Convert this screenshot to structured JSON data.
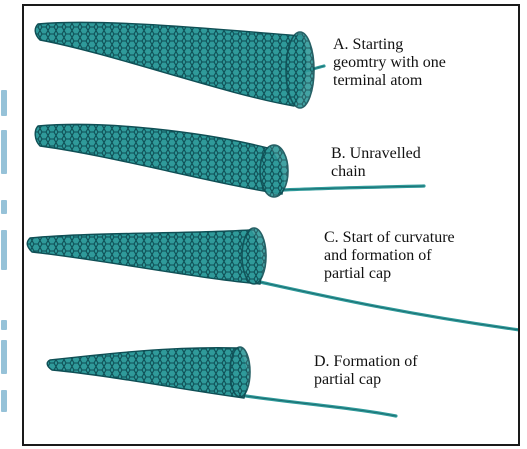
{
  "colors": {
    "nanotube_fill": "#2f9a9a",
    "nanotube_line": "#0f4f55",
    "frame_border": "#1a1a1a",
    "strip_text": "#3f8fb8"
  },
  "panels": [
    {
      "id": "A",
      "caption_lines": [
        "A. Starting",
        "geomtry with one",
        "terminal atom"
      ]
    },
    {
      "id": "B",
      "caption_lines": [
        "B. Unravelled",
        "chain"
      ]
    },
    {
      "id": "C",
      "caption_lines": [
        "C. Start of curvature",
        "and formation of",
        "partial cap"
      ]
    },
    {
      "id": "D",
      "caption_lines": [
        "D. Formation of",
        "partial cap"
      ]
    }
  ]
}
